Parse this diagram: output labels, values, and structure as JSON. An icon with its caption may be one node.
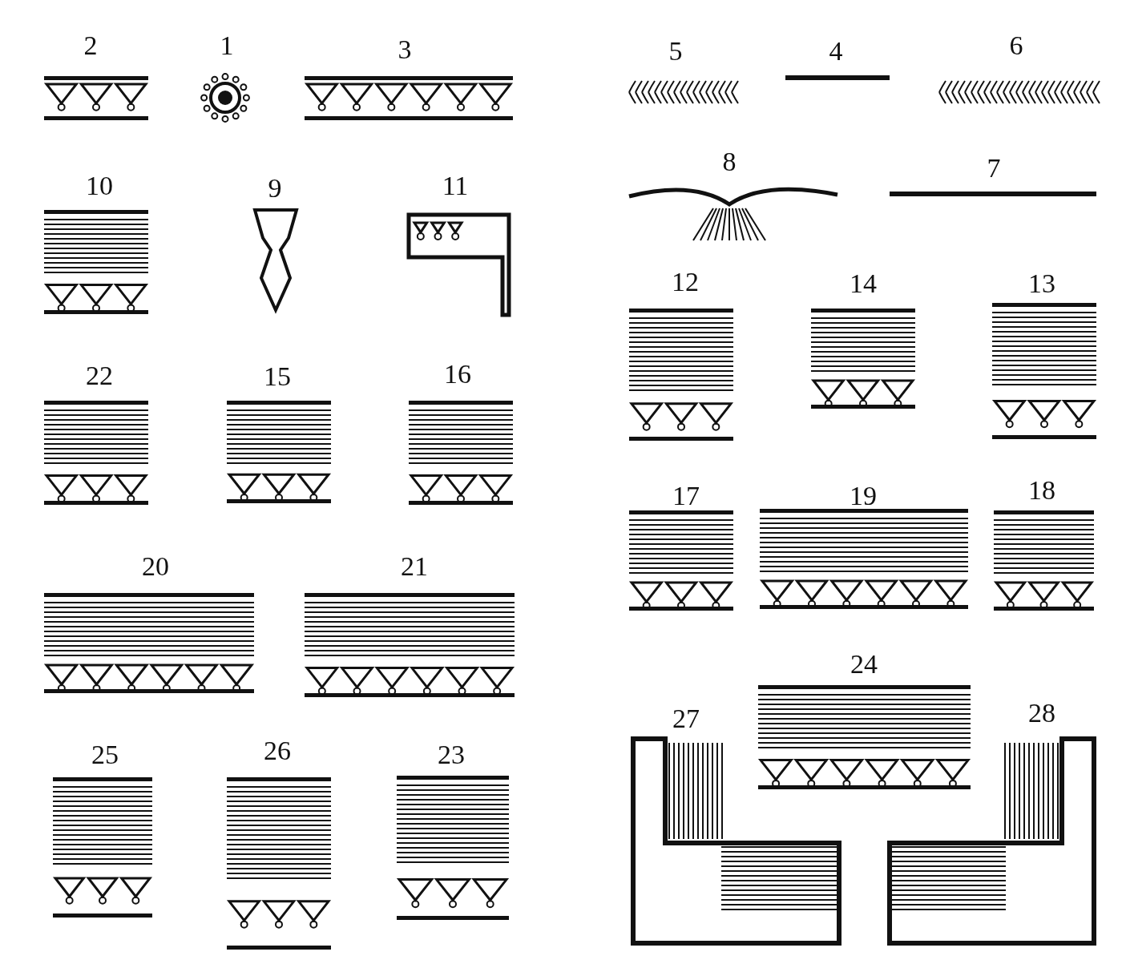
{
  "diagram": {
    "labels": [
      "2",
      "1",
      "3",
      "5",
      "4",
      "6",
      "8",
      "7",
      "10",
      "9",
      "11",
      "12",
      "14",
      "13",
      "22",
      "15",
      "16",
      "17",
      "19",
      "18",
      "20",
      "21",
      "24",
      "27",
      "28",
      "25",
      "26",
      "23"
    ]
  }
}
